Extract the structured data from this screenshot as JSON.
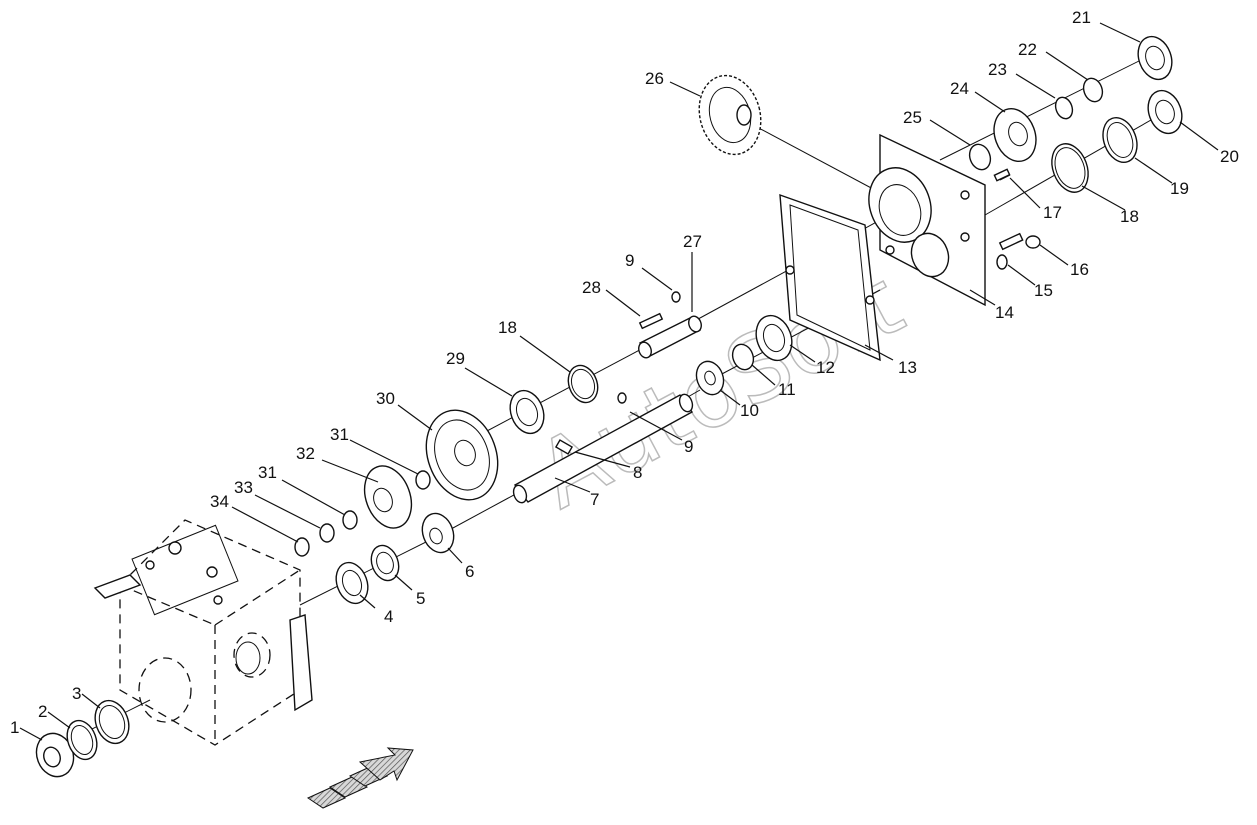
{
  "watermark": "AutoSoft",
  "labels": [
    {
      "id": "1",
      "text": "1"
    },
    {
      "id": "2",
      "text": "2"
    },
    {
      "id": "3",
      "text": "3"
    },
    {
      "id": "4",
      "text": "4"
    },
    {
      "id": "5",
      "text": "5"
    },
    {
      "id": "6",
      "text": "6"
    },
    {
      "id": "7",
      "text": "7"
    },
    {
      "id": "8",
      "text": "8"
    },
    {
      "id": "9a",
      "text": "9"
    },
    {
      "id": "9b",
      "text": "9"
    },
    {
      "id": "10",
      "text": "10"
    },
    {
      "id": "11",
      "text": "11"
    },
    {
      "id": "12",
      "text": "12"
    },
    {
      "id": "13",
      "text": "13"
    },
    {
      "id": "14",
      "text": "14"
    },
    {
      "id": "15",
      "text": "15"
    },
    {
      "id": "16",
      "text": "16"
    },
    {
      "id": "17",
      "text": "17"
    },
    {
      "id": "18a",
      "text": "18"
    },
    {
      "id": "18b",
      "text": "18"
    },
    {
      "id": "19",
      "text": "19"
    },
    {
      "id": "20",
      "text": "20"
    },
    {
      "id": "21",
      "text": "21"
    },
    {
      "id": "22",
      "text": "22"
    },
    {
      "id": "23",
      "text": "23"
    },
    {
      "id": "24",
      "text": "24"
    },
    {
      "id": "25",
      "text": "25"
    },
    {
      "id": "26",
      "text": "26"
    },
    {
      "id": "27",
      "text": "27"
    },
    {
      "id": "28",
      "text": "28"
    },
    {
      "id": "29",
      "text": "29"
    },
    {
      "id": "30",
      "text": "30"
    },
    {
      "id": "31a",
      "text": "31"
    },
    {
      "id": "31b",
      "text": "31"
    },
    {
      "id": "32",
      "text": "32"
    },
    {
      "id": "33",
      "text": "33"
    },
    {
      "id": "34",
      "text": "34"
    }
  ],
  "colors": {
    "line": "#111111",
    "watermark": "#bbbbbb",
    "arrow": "#9a9a9a"
  }
}
